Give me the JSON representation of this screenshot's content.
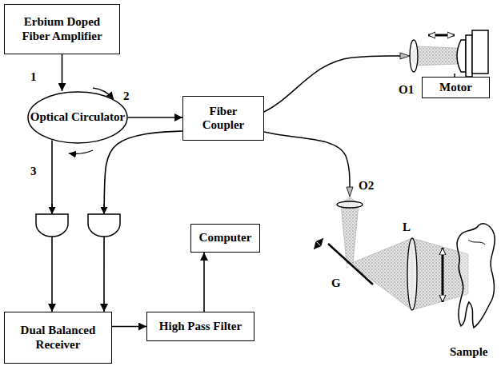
{
  "diagram": {
    "nodes": [
      {
        "text": [
          "Erbium Doped Fiber Amplifier"
        ]
      },
      {
        "text": [
          "Optical Circulator"
        ]
      },
      {
        "text": [
          "Fiber Coupler"
        ]
      },
      {
        "text": [
          "Motor"
        ]
      },
      {
        "text": [
          "Computer"
        ]
      },
      {
        "text": [
          "Dual Balanced Receiver"
        ]
      },
      {
        "text": [
          "High Pass Filter"
        ]
      }
    ],
    "edges": [
      {
        "from": 0,
        "to": 1,
        "arrow": "to"
      },
      {
        "from": 1,
        "to": 2,
        "arrow": "to"
      },
      {
        "from": 1,
        "to": 5,
        "arrow": "to"
      },
      {
        "from": 2,
        "to": 5,
        "arrow": "to"
      },
      {
        "from": 5,
        "to": 6,
        "arrow": "to"
      },
      {
        "from": 6,
        "to": 4,
        "arrow": "to"
      }
    ],
    "labels": [
      "1",
      "2",
      "3",
      "O1",
      "O2",
      "G",
      "L",
      "Sample"
    ]
  }
}
